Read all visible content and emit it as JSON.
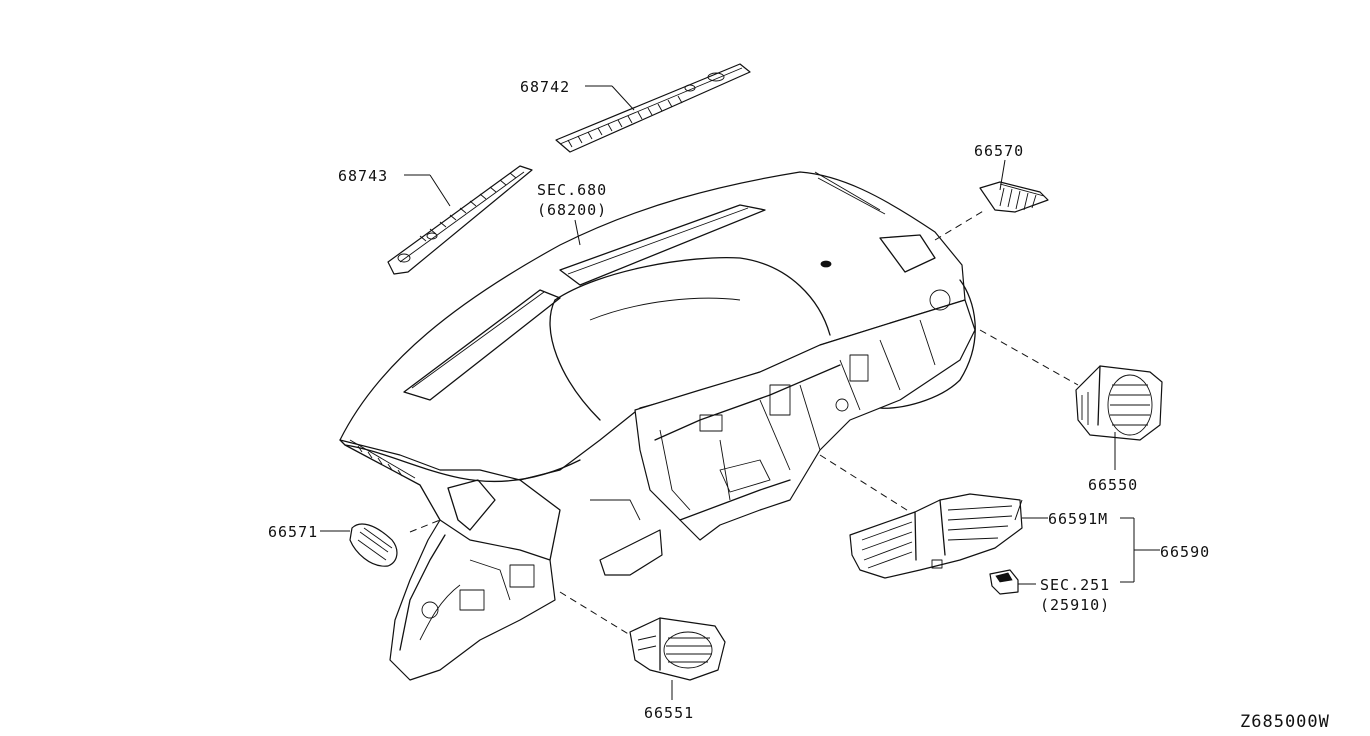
{
  "labels": {
    "p68742": "68742",
    "p68743": "68743",
    "sec680": "SEC.680",
    "sec680_sub": "(68200)",
    "p66570": "66570",
    "p66550": "66550",
    "p66571": "66571",
    "p66591m": "66591M",
    "p66590": "66590",
    "sec251": "SEC.251",
    "sec251_sub": "(25910)",
    "p66551": "66551"
  },
  "diagram_code": "Z685000W",
  "colors": {
    "line": "#111111",
    "background": "#ffffff"
  }
}
